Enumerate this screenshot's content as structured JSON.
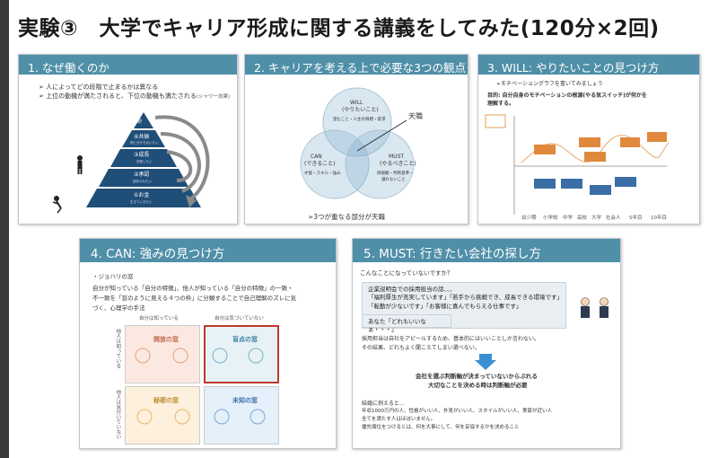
{
  "page": {
    "title": "実験③　大学でキャリア形成に関する講義をしてみた(120分×2回)"
  },
  "slide1": {
    "header": "1. なぜ働くのか",
    "bullets": [
      "人によってどの段階で止まるかは異なる",
      "上位の動機が満たされると、下位の動機も満たされる"
    ],
    "bullet2_note": "(シャワー効果)",
    "pyramid": [
      {
        "label": "⑤使命",
        "sub": ""
      },
      {
        "label": "④共振",
        "sub": "他と分かち合いたい"
      },
      {
        "label": "③成長",
        "sub": "成長したい"
      },
      {
        "label": "②承認",
        "sub": "認められたい"
      },
      {
        "label": "①お金",
        "sub": "生きていきたい"
      }
    ]
  },
  "slide2": {
    "header": "2. キャリアを考える上で必要な3つの観点",
    "will_title": "WILL",
    "will_sub": "(やりたいこと)",
    "will_desc": "望むこと・人生の目標・欲求",
    "can_title": "CAN",
    "can_sub": "(できること)",
    "can_desc": "才能・スキル・強み",
    "must_title": "MUST",
    "must_sub": "(やるべきこと)",
    "must_desc1": "価値観・判断基準・",
    "must_desc2": "譲れないこと",
    "tenshoku": "天職",
    "footer": "➢3つが重なる部分が天職"
  },
  "slide3": {
    "header": "3. WILL: やりたいことの見つけ方",
    "bullet": "モチベーショングラフを書いてみましょう",
    "goal_line1": "目的: 自分自身のモチベーションの根源(やる気スイッチ)が何かを",
    "goal_line2": "理解する。",
    "axis_labels": [
      "幼少期",
      "小学校",
      "中学",
      "高校",
      "大学",
      "社会人",
      "5年目",
      "10年目"
    ]
  },
  "slide4": {
    "header": "4. CAN: 強みの見つけ方",
    "bullet": "・ジョハリの窓",
    "line1_pre": "自分が知っている「自分の特徴」、他人が知っている「自分の特徴」の一致・",
    "line2_pre": "不一致を「窓のように見える４つの枠」に分類",
    "line2_post": "することで自己理解のズレに気",
    "line3": "づく、心理学の手法",
    "col_known": "自分は知っている",
    "col_unknown": "自分は気づいていない",
    "row_known": "他人は知っている",
    "row_unknown": "他人は気付いていない",
    "windows": [
      "開放の窓",
      "盲点の窓",
      "秘密の窓",
      "未知の窓"
    ]
  },
  "slide5": {
    "header": "5. MUST: 行きたい会社の探し方",
    "q": "こんなことになっていないですか？",
    "quote1": "企業説明会での採用担当の話、、、",
    "quote2": "「福利厚生が充実しています」「若手から挑戦でき、成長できる環境です」",
    "quote3": "「転勤が少ないです」「お客様に喜んでもらえる仕事です」",
    "quote4": "あなた「どれもいいなぁ・・・」",
    "p1": "採用担当は自社をアピールするため、基本的にはいいことしか言わない。",
    "p2": "その結果、どれもよく聞こえてしまい選べない。",
    "conclusion1": "会社を選ぶ判断軸が決まっていないからぶれる",
    "conclusion2": "大切なことを決める時は判断軸が必要",
    "e1": "結婚に例えると…",
    "e2": "年収1000万円の人、性格がいい人、外見がいい人、スタイルがいい人、実家が近い人",
    "e3": "全てを満たす人はほぼいません。",
    "e4": "優先順位をつけるとは、何を大事にして、何を妥協するかを決めること"
  },
  "colors": {
    "header": "#4f8fa8",
    "pyramid": "#1f4e79",
    "accent_red": "#c0392b"
  }
}
